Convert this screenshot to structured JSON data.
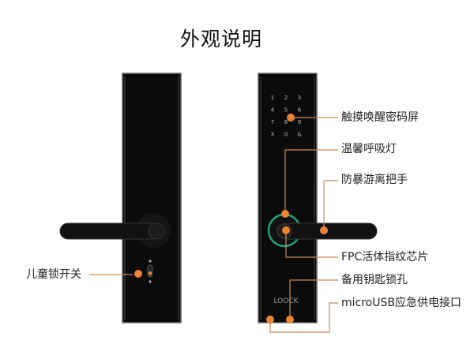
{
  "title": "外观说明",
  "accent_color": "#ee8433",
  "ring_color": "#1ea37a",
  "brand_logo": "LOOCK",
  "keypad": [
    "1",
    "2",
    "3",
    "4",
    "5",
    "6",
    "7",
    "8",
    "9",
    "X",
    "0",
    "&"
  ],
  "labels": {
    "child_lock": "儿童锁开关",
    "touch_screen": "触摸唤醒密码屏",
    "breathing_light": "温馨呼吸灯",
    "handle": "防暴游离把手",
    "fingerprint": "FPC活体指纹芯片",
    "key_hole": "备用钥匙锁孔",
    "usb_port": "microUSB应急供电接口"
  }
}
